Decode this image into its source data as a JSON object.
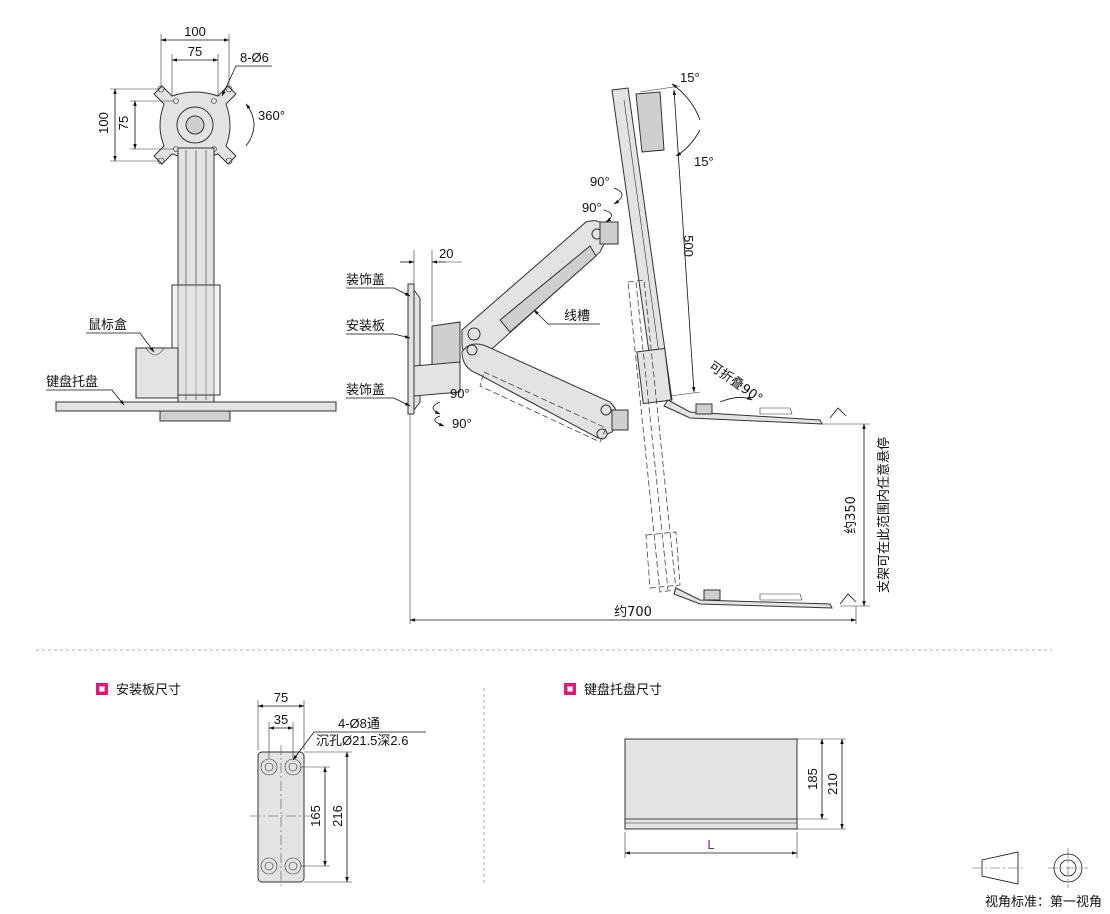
{
  "front_view": {
    "dim_vesa_outer": "100",
    "dim_vesa_inner": "75",
    "dim_holes": "8-Ø6",
    "dim_vesa_outer_v": "100",
    "dim_vesa_inner_v": "75",
    "rotation": "360°",
    "label_mouse_box": "鼠标盒",
    "label_keyboard_tray": "键盘托盘"
  },
  "side_view": {
    "label_cover_top": "装饰盖",
    "label_mount_plate": "安装板",
    "label_cover_bottom": "装饰盖",
    "label_cable_slot": "线槽",
    "dim_offset": "20",
    "tilt_top": "15°",
    "tilt_bottom": "15°",
    "swivel_upper_a": "90°",
    "swivel_upper_b": "90°",
    "swivel_lower_a": "90°",
    "swivel_lower_b": "90°",
    "dim_height": "500",
    "fold_note": "可折叠90°",
    "dim_reach": "约700",
    "dim_range": "约350",
    "range_note": "支架可在此范围内任意悬停"
  },
  "mount_plate": {
    "title": "安装板尺寸",
    "dim_width": "75",
    "dim_hole_spacing": "35",
    "hole_note_1": "4-Ø8通",
    "hole_note_2": "沉孔Ø21.5深2.6",
    "dim_hole_vertical": "165",
    "dim_height": "216"
  },
  "keyboard_tray": {
    "title": "键盘托盘尺寸",
    "dim_inner": "185",
    "dim_outer": "210",
    "dim_length": "L"
  },
  "projection": {
    "label": "视角标准：第一视角"
  },
  "colors": {
    "section_marker": "#e5157a",
    "part_fill": "#e3e3e3",
    "dim_L": "#7a2a8a"
  }
}
